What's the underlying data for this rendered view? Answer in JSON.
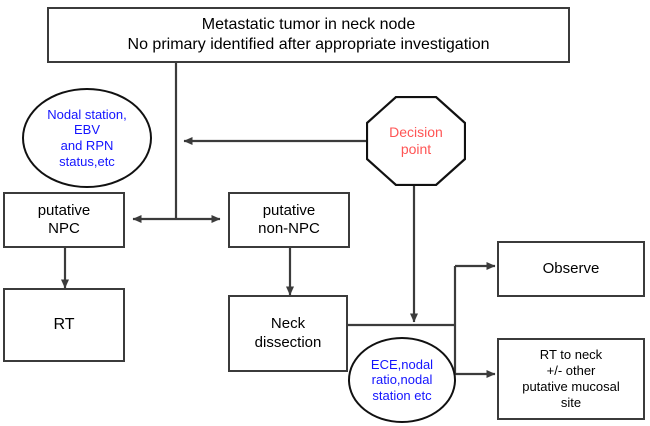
{
  "diagram": {
    "title_box": {
      "line1": "Metastatic tumor in neck node",
      "line2": "No primary identified after appropriate investigation"
    },
    "nodes": {
      "criteria_ellipse": {
        "line1": "Nodal station,",
        "line2": "EBV",
        "line3": "and RPN",
        "line4": "status,etc"
      },
      "decision_octagon": {
        "line1": "Decision",
        "line2": "point"
      },
      "putative_npc": {
        "line1": "putative",
        "line2": "NPC"
      },
      "putative_non_npc": {
        "line1": "putative",
        "line2": "non-NPC"
      },
      "rt": {
        "line1": "RT"
      },
      "neck_dissection": {
        "line1": "Neck",
        "line2": "dissection"
      },
      "pathology_ellipse": {
        "line1": "ECE,nodal",
        "line2": "ratio,nodal",
        "line3": "station etc"
      },
      "observe": {
        "line1": "Observe"
      },
      "rt_to_neck": {
        "line1": "RT to neck",
        "line2": "+/- other",
        "line3": "putative mucosal",
        "line4": "site"
      }
    },
    "colors": {
      "blue_text": "#1414ff",
      "red_text": "#ff5555",
      "box_border": "#3b3b3b",
      "ellipse_border": "#111111",
      "connector": "#3b3b3b",
      "background": "#ffffff"
    }
  }
}
